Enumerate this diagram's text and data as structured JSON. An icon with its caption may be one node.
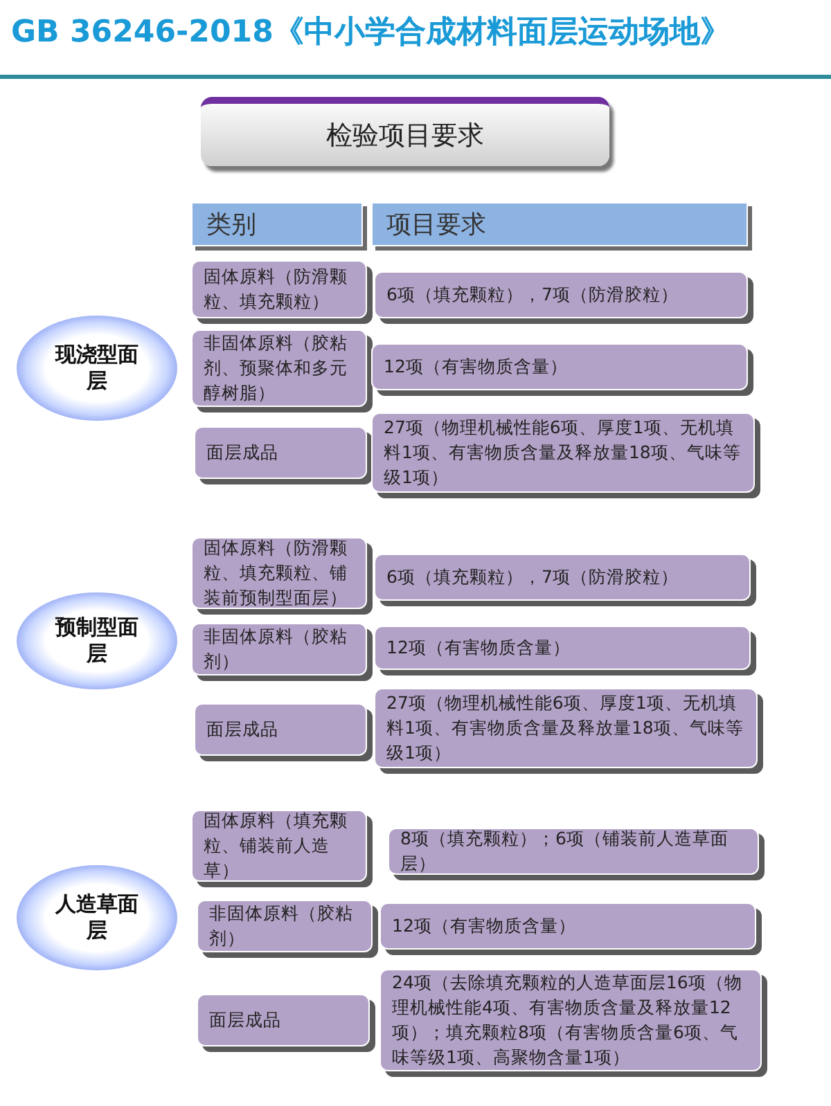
{
  "diagram": {
    "title": "GB 36246-2018《中小学合成材料面层运动场地》",
    "nodes": [
      {
        "text": [
          "检验项目要求"
        ]
      },
      {
        "text": [
          "类别"
        ]
      },
      {
        "text": [
          "项目要求"
        ]
      },
      {
        "text": [
          "现浇型面层"
        ]
      },
      {
        "text": [
          "固体原料（防滑颗粒、填充颗粒）"
        ]
      },
      {
        "text": [
          "6项（填充颗粒），7项（防滑胶粒）"
        ]
      },
      {
        "text": [
          "非固体原料（胶粘剂、预聚体和多元醇树脂）"
        ]
      },
      {
        "text": [
          "12项（有害物质含量）"
        ]
      },
      {
        "text": [
          "面层成品"
        ]
      },
      {
        "text": [
          "27项（物理机械性能6项、厚度1项、无机填料1项、有害物质含量及释放量18项、气味等级1项）"
        ]
      },
      {
        "text": [
          "预制型面层"
        ]
      },
      {
        "text": [
          "固体原料（防滑颗粒、填充颗粒、铺装前预制型面层）"
        ]
      },
      {
        "text": [
          "6项（填充颗粒），7项（防滑胶粒）"
        ]
      },
      {
        "text": [
          "非固体原料（胶粘剂）"
        ]
      },
      {
        "text": [
          "12项（有害物质含量）"
        ]
      },
      {
        "text": [
          "面层成品"
        ]
      },
      {
        "text": [
          "27项（物理机械性能6项、厚度1项、无机填料1项、有害物质含量及释放量18项、气味等级1项）"
        ]
      },
      {
        "text": [
          "人造草面层"
        ]
      },
      {
        "text": [
          "固体原料（填充颗粒、铺装前人造草）"
        ]
      },
      {
        "text": [
          "8项（填充颗粒）；6项（铺装前人造草面层）"
        ]
      },
      {
        "text": [
          "非固体原料（胶粘剂）"
        ]
      },
      {
        "text": [
          "12项（有害物质含量）"
        ]
      },
      {
        "text": [
          "面层成品"
        ]
      },
      {
        "text": [
          "24项（去除填充颗粒的人造草面层16项（物理机械性能4项、有害物质含量及释放量12项）；填充颗粒8项（有害物质含量6项、气味等级1项、高聚物含量1项）"
        ]
      }
    ]
  }
}
